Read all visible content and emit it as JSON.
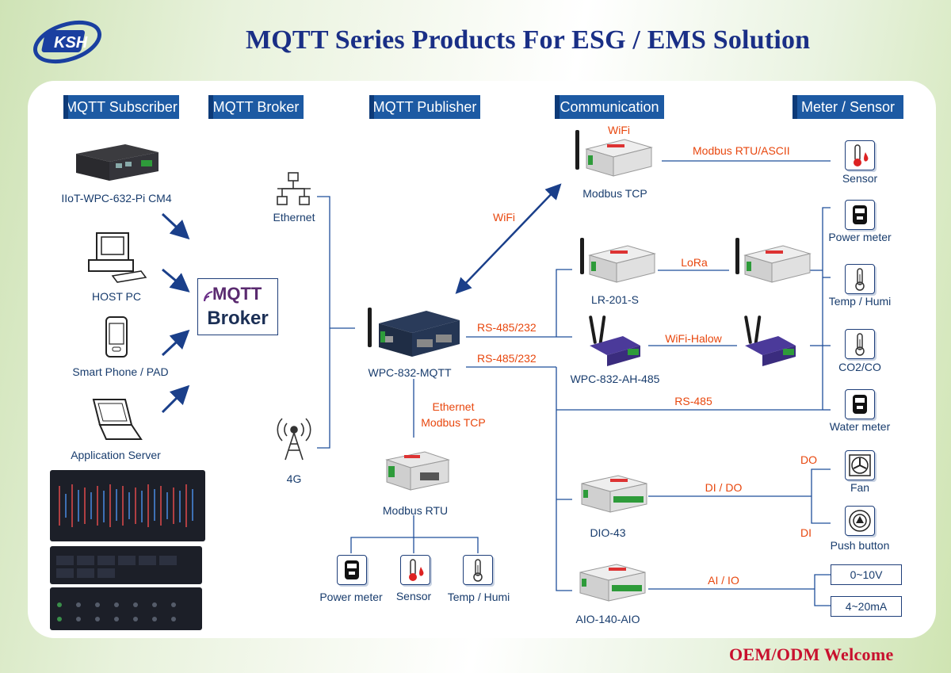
{
  "title": "MQTT Series Products For ESG / EMS Solution",
  "brand": "KSH",
  "footer": "OEM/ODM Welcome",
  "headers": {
    "subscriber": "MQTT Subscriber",
    "broker": "MQTT Broker",
    "publisher": "MQTT Publisher",
    "communication": "Communication",
    "meter": "Meter / Sensor"
  },
  "subscribers": {
    "iiot": "IIoT-WPC-632-Pi CM4",
    "host": "HOST PC",
    "phone": "Smart Phone / PAD",
    "server": "Application Server"
  },
  "broker": {
    "logo_word": "MQTT",
    "logo_sub": "Broker",
    "ethernet": "Ethernet",
    "g4": "4G"
  },
  "publisher": {
    "gateway": "WPC-832-MQTT",
    "rtu": "Modbus RTU",
    "eth_line1": "Ethernet",
    "eth_line2": "Modbus TCP"
  },
  "rtu_sensors": {
    "power": "Power meter",
    "sensor": "Sensor",
    "temp": "Temp / Humi"
  },
  "comm": {
    "wifi_top": "WiFi",
    "modbus_tcp": "Modbus TCP",
    "wifi_link": "WiFi",
    "rtu_ascii": "Modbus RTU/ASCII",
    "rs1": "RS-485/232",
    "rs2": "RS-485/232",
    "lr": "LR-201-S",
    "lora": "LoRa",
    "ah": "WPC-832-AH-485",
    "halow": "WiFi-Halow",
    "rs485": "RS-485",
    "dio": "DIO-43",
    "dido": "DI / DO",
    "aio": "AIO-140-AIO",
    "aiio": "AI / IO"
  },
  "meters": {
    "sensor": "Sensor",
    "power": "Power meter",
    "temp": "Temp / Humi",
    "co2": "CO2/CO",
    "water": "Water meter",
    "do": "DO",
    "fan": "Fan",
    "di": "DI",
    "push": "Push button",
    "v": "0~10V",
    "ma": "4~20mA"
  },
  "colors": {
    "header": "#1d5aa3",
    "line": "#1f4f9a",
    "orange": "#e8470e",
    "title": "#1a2f86",
    "oem": "#c8102e"
  }
}
